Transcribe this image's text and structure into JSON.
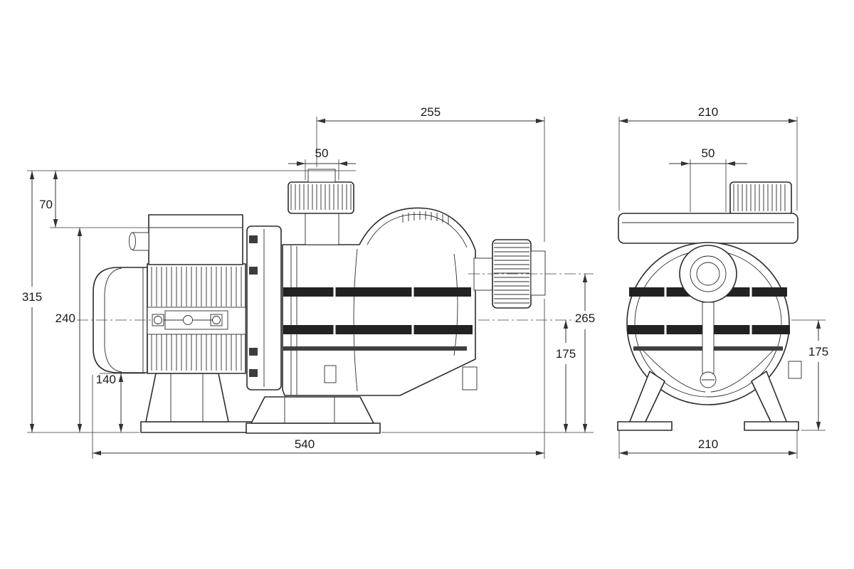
{
  "drawing": {
    "background": "#ffffff",
    "ink_color": "#2b2b2b",
    "dim_color": "#333333",
    "dims": {
      "top_span": "255",
      "port_width_side": "50",
      "front_top_width": "210",
      "front_port_width": "50",
      "total_height": "315",
      "top_offset": "70",
      "mid_height": "240",
      "base_height": "140",
      "outlet_height": "265",
      "axis_height_side": "175",
      "axis_height_front": "175",
      "overall_length": "540",
      "front_base_width": "210"
    }
  }
}
